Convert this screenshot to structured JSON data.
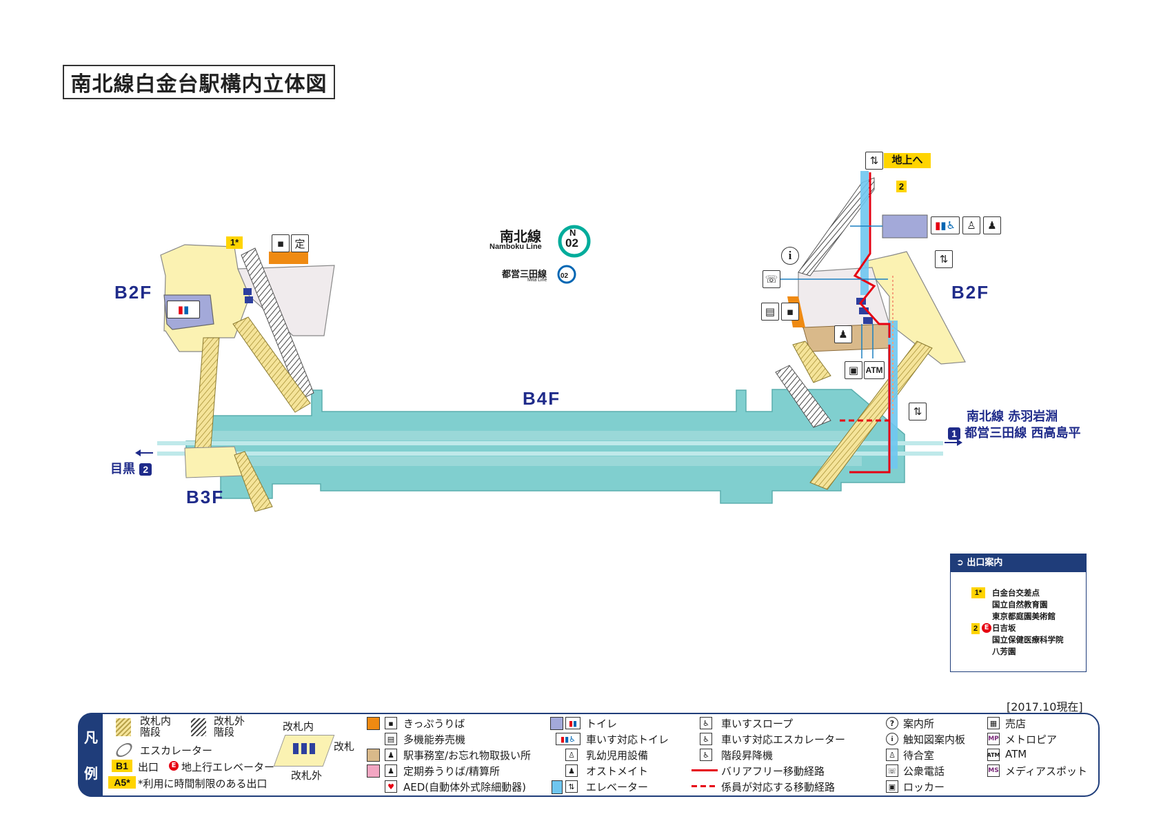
{
  "title": "南北線白金台駅構内立体図",
  "line_badges": {
    "namboku_ja": "南北線",
    "namboku_en": "Namboku Line",
    "namboku_letter": "N",
    "namboku_number": "02",
    "mita_ja": "都営三田線",
    "mita_en": "Mita Line",
    "mita_number": "02",
    "namboku_color": "#00ac9b",
    "mita_color": "#0066b3"
  },
  "floors": {
    "b2f_left": "B2F",
    "b2f_right": "B2F",
    "b3f": "B3F",
    "b4f": "B4F"
  },
  "exits": {
    "exit_1": "1*",
    "exit_2": "2",
    "to_ground": "地上へ"
  },
  "directions": {
    "left_dest": "目黒",
    "left_platform": "2",
    "right_line1": "南北線 赤羽岩淵",
    "right_platform": "1",
    "right_line2": "都営三田線 西高島平"
  },
  "exit_guide": {
    "header": "出口案内",
    "exit1_tag": "1*",
    "exit1_lines": [
      "白金台交差点",
      "国立自然教育園",
      "東京都庭園美術館"
    ],
    "exit2_tag": "2",
    "exit2_elevator_mark": "E",
    "exit2_lines": [
      "日吉坂",
      "国立保健医療科学院",
      "八芳園"
    ]
  },
  "date_note": "[2017.10現在]",
  "legend": {
    "side_top": "凡",
    "side_bottom": "例",
    "stairs_inside": "改札内\n階段",
    "stairs_outside": "改札外\n階段",
    "escalator": "エスカレーター",
    "exit_tag": "B1",
    "exit_label": "出口",
    "elev_exit_mark": "E",
    "elev_exit_label": "地上行エレベーター",
    "timed_exit_tag": "A5*",
    "timed_exit_label": "*利用に時間制限のある出口",
    "gate_inside": "改札内",
    "gate_label": "改札",
    "gate_outside": "改札外",
    "ticket_area": "きっぷうりば",
    "multi_ticket": "多機能券売機",
    "station_office": "駅事務室/お忘れ物取扱い所",
    "commuter_pass": "定期券うりば/精算所",
    "aed": "AED(自動体外式除細動器)",
    "toilet": "トイレ",
    "wheelchair_toilet": "車いす対応トイレ",
    "baby_facility": "乳幼児用設備",
    "ostomate": "オストメイト",
    "elevator": "エレベーター",
    "wheelchair_slope": "車いすスロープ",
    "wheelchair_escalator": "車いす対応エスカレーター",
    "stair_lift": "階段昇降機",
    "barrier_free_route": "バリアフリー移動経路",
    "staff_route": "係員が対応する移動経路",
    "info_desk": "案内所",
    "tactile_map": "触知図案内板",
    "waiting_room": "待合室",
    "public_phone": "公衆電話",
    "locker": "ロッカー",
    "kiosk": "売店",
    "metro_pia": "メトロピア",
    "atm": "ATM",
    "media_spot": "メディアスポット"
  },
  "map_icons": {
    "atm_label": "ATM",
    "info_icon": "i",
    "colors": {
      "platform": "#7fcccc",
      "concourse": "#fbf2b2",
      "toilet_area": "#a3a9d9",
      "office": "#f0ebed",
      "ticket_orange": "#ef8a12",
      "barrier_free_red": "#e60012",
      "elevator_blue": "#6fc6ef",
      "line_blue": "#1f2b8a"
    }
  }
}
